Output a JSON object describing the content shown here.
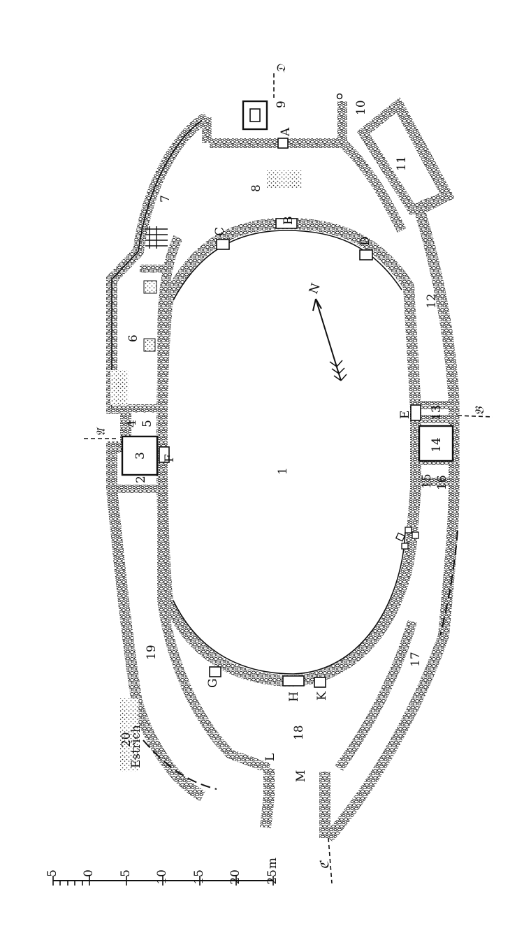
{
  "plan": {
    "room_labels": [
      "1",
      "2",
      "3",
      "4",
      "5",
      "6",
      "7",
      "8",
      "9",
      "10",
      "11",
      "12",
      "13",
      "14",
      "15",
      "16",
      "17",
      "18",
      "19",
      "20"
    ],
    "door_labels": [
      "A",
      "B",
      "C",
      "D",
      "E",
      "F",
      "G",
      "H",
      "K",
      "L",
      "M"
    ],
    "section_labels": [
      "𝔄",
      "𝔅",
      "ℭ",
      "𝔇"
    ],
    "estrich_label": "Estrich",
    "north_label": "N",
    "scale": {
      "ticks": [
        "5",
        "0",
        "5",
        "10",
        "15",
        "20",
        "25"
      ],
      "unit": "m"
    }
  }
}
